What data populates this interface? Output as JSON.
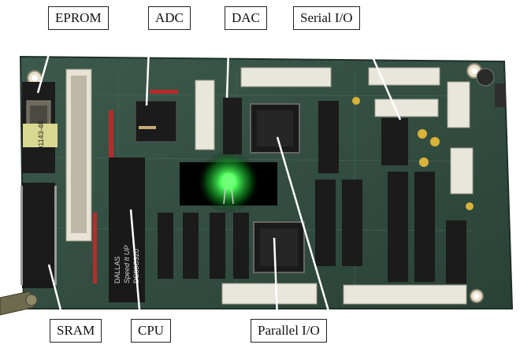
{
  "labels": {
    "eprom": "EPROM",
    "adc": "ADC",
    "dac": "DAC",
    "serial_io": "Serial I/O",
    "sram": "SRAM",
    "cpu": "CPU",
    "parallel_io": "Parallel I/O"
  },
  "chip_text": {
    "eprom_marking": "01143-40",
    "cpu_marking_1": "DALLAS",
    "cpu_marking_2": "Speed It UP",
    "cpu_marking_3": "DS80C320"
  },
  "colors": {
    "pcb": "#2f4a3f",
    "led_glow": "#35ff4a",
    "callout_bg": "#ffffff"
  }
}
